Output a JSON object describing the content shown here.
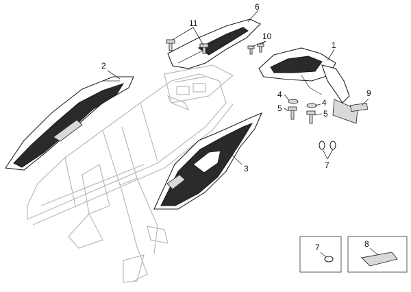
{
  "callouts": [
    {
      "id": "c1",
      "text": "1"
    },
    {
      "id": "c2",
      "text": "2"
    },
    {
      "id": "c3",
      "text": "3"
    },
    {
      "id": "c4a",
      "text": "4"
    },
    {
      "id": "c4b",
      "text": "4"
    },
    {
      "id": "c5a",
      "text": "5"
    },
    {
      "id": "c5b",
      "text": "5"
    },
    {
      "id": "c6",
      "text": "6"
    },
    {
      "id": "c7",
      "text": "7"
    },
    {
      "id": "c7i",
      "text": "7"
    },
    {
      "id": "c8",
      "text": "8"
    },
    {
      "id": "c9",
      "text": "9"
    },
    {
      "id": "c10",
      "text": "10"
    },
    {
      "id": "c11",
      "text": "11"
    }
  ],
  "colors": {
    "frame_outline": "#b9b9b9",
    "part_outline": "#1e1e1e",
    "dark_fill": "#2a2a2a"
  }
}
